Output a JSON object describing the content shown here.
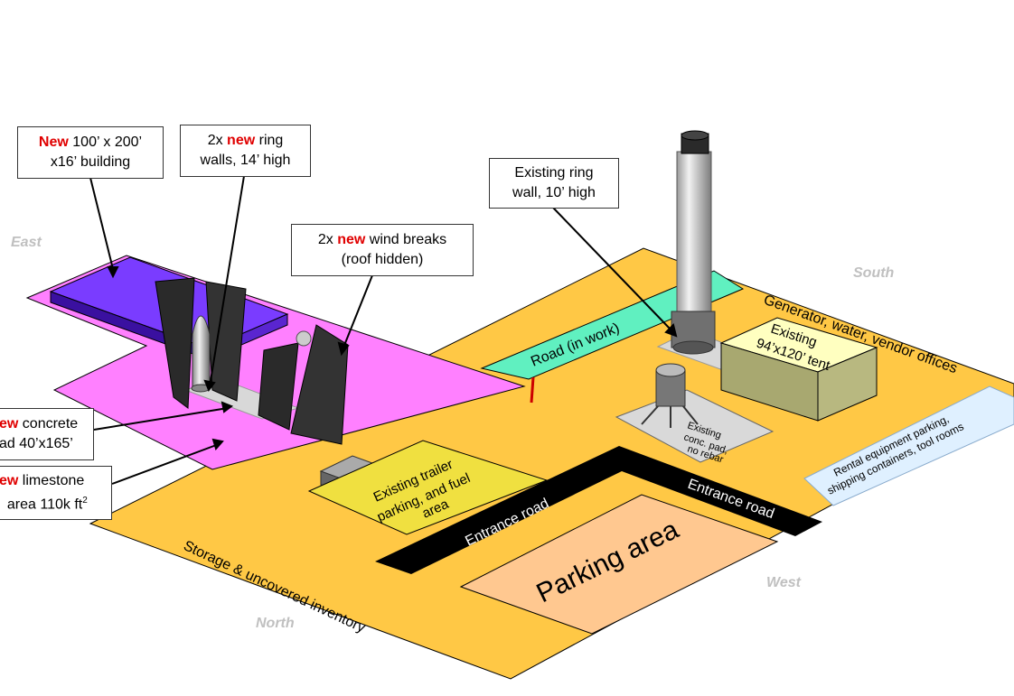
{
  "compass": {
    "east": "East",
    "south": "South",
    "north": "North",
    "west": "West"
  },
  "callouts": {
    "building": {
      "highlight": "New",
      "line1_rest": " 100’ x 200’",
      "line2": "x16’ building"
    },
    "ring_walls": {
      "prefix": "2x ",
      "highlight": "new",
      "line1_rest": " ring",
      "line2": "walls, 14’ high"
    },
    "wind_breaks": {
      "prefix": "2x ",
      "highlight": "new",
      "line1_rest": " wind breaks",
      "line2": "(roof hidden)"
    },
    "existing_ring": {
      "line1": "Existing ring",
      "line2": "wall, 10’ high"
    },
    "concrete_pad": {
      "highlight": "ew",
      "line1_rest": " concrete",
      "line2": "ad 40’x165’"
    },
    "limestone": {
      "highlight": "ew",
      "line1_rest": " limestone",
      "line2_text": "area 110k ft",
      "line2_sup": "2"
    }
  },
  "areas": {
    "road_in_work": "Road (in work)",
    "generator": "Generator, water, vendor offices",
    "tent_line1": "Existing",
    "tent_line2": "94’x120’ tent",
    "conc_pad_line1": "Existing",
    "conc_pad_line2": "conc. pad,",
    "conc_pad_line3": "no rebar",
    "rental_line1": "Rental equipment parking,",
    "rental_line2": "shipping containers, tool rooms",
    "trailer_line1": "Existing trailer",
    "trailer_line2": "parking, and fuel",
    "trailer_line3": "area",
    "entrance_road_1": "Entrance road",
    "entrance_road_2": "Entrance road",
    "parking": "Parking area",
    "storage": "Storage & uncovered  inventory"
  },
  "colors": {
    "ground": "#ffc845",
    "limestone": "#ff80ff",
    "building": "#7a3cff",
    "road": "#60f0c0",
    "entrance": "#000000",
    "parking": "#ffc890",
    "trailer": "#f0e040",
    "tent_top": "#ffffc0",
    "tent_side": "#b8b880",
    "rental": "#dff0ff",
    "highlight": "#e00000"
  }
}
